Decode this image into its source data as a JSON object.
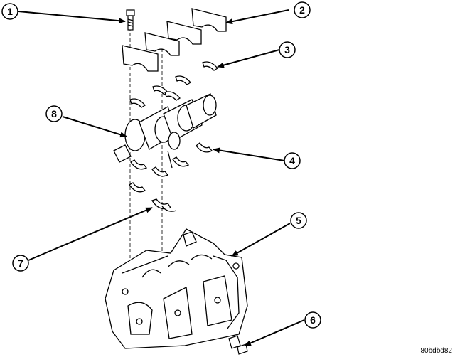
{
  "callouts": [
    {
      "number": "1"
    },
    {
      "number": "2"
    },
    {
      "number": "3"
    },
    {
      "number": "4"
    },
    {
      "number": "5"
    },
    {
      "number": "6"
    },
    {
      "number": "7"
    },
    {
      "number": "8"
    }
  ],
  "figure_ref": "80bdbd82"
}
